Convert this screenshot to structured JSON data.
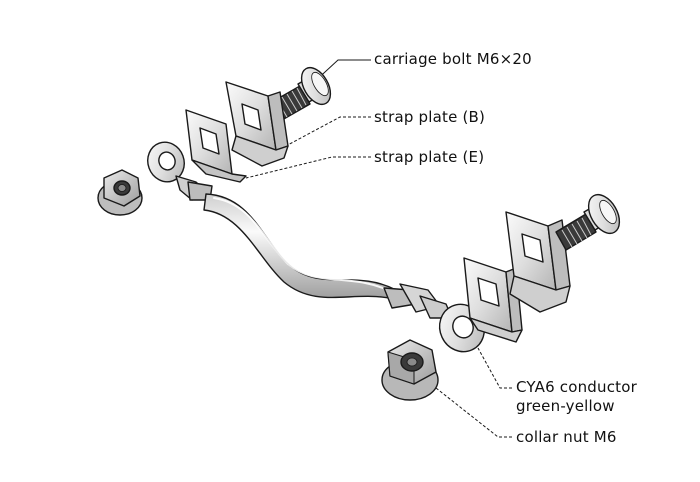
{
  "callouts": {
    "carriage_bolt": "carriage bolt M6×20",
    "strap_plate_b": "strap plate (B)",
    "strap_plate_e": "strap plate (E)",
    "conductor_line1": "CYA6 conductor",
    "conductor_line2": "green-yellow",
    "collar_nut": "collar nut M6"
  },
  "colors": {
    "outline": "#1a1a1a",
    "metal_light": "#f2f2f2",
    "metal_mid": "#d8d8d8",
    "metal_dark": "#a8a8a8",
    "background": "#ffffff"
  }
}
